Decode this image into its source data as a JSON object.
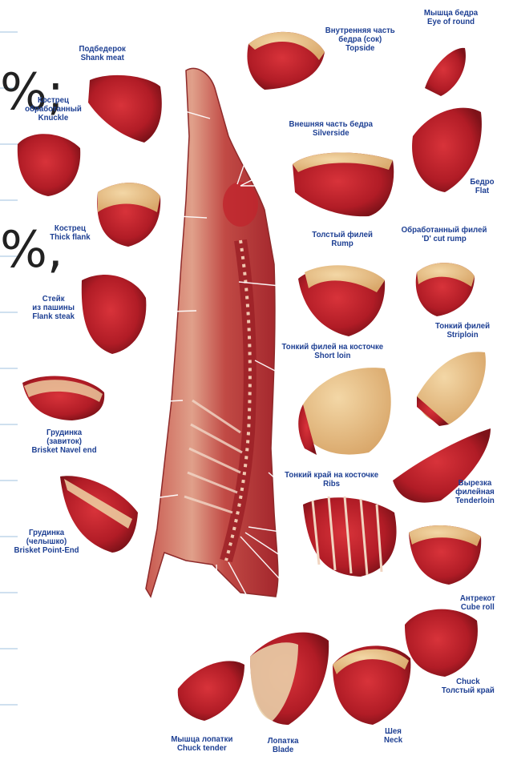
{
  "overlay_text": {
    "top": "%;",
    "middle": "%,"
  },
  "labels": {
    "shank": {
      "ru": "Подбедерок",
      "en": "Shank meat"
    },
    "topside": {
      "ru1": "Внутренняя часть",
      "ru2": "бедра (сок)",
      "en": "Topside"
    },
    "eye_of_round": {
      "ru": "Мышца бедра",
      "en": "Eye of round"
    },
    "knuckle": {
      "ru1": "Кострец",
      "ru2": "обработанный",
      "en": "Knuckle"
    },
    "silverside": {
      "ru": "Внешняя часть бедра",
      "en": "Silverside"
    },
    "flat": {
      "ru": "Бедро",
      "en": "Flat"
    },
    "thick_flank": {
      "ru": "Кострец",
      "en": "Thick flank"
    },
    "rump": {
      "ru": "Толстый филей",
      "en": "Rump"
    },
    "d_cut_rump": {
      "ru": "Обработанный филей",
      "en": "'D' cut rump"
    },
    "flank_steak": {
      "ru1": "Стейк",
      "ru2": "из пашины",
      "en": "Flank steak"
    },
    "striploin": {
      "ru": "Тонкий филей",
      "en": "Striploin"
    },
    "short_loin": {
      "ru": "Тонкий филей на косточке",
      "en": "Short loin"
    },
    "brisket_navel": {
      "ru1": "Грудинка",
      "ru2": "(завиток)",
      "en": "Brisket Navel end"
    },
    "ribs": {
      "ru": "Тонкий край на косточке",
      "en": "Ribs"
    },
    "tenderloin": {
      "ru1": "Вырезка",
      "ru2": "филейная",
      "en": "Tenderloin"
    },
    "brisket_point": {
      "ru1": "Грудинка",
      "ru2": "(челышко)",
      "en": "Brisket Point-End"
    },
    "cube_roll": {
      "ru": "Антрекот",
      "en": "Cube roll"
    },
    "chuck": {
      "en": "Chuck",
      "ru": "Толстый край"
    },
    "chuck_tender": {
      "ru": "Мышца лопатки",
      "en": "Chuck tender"
    },
    "blade": {
      "ru": "Лопатка",
      "en": "Blade"
    },
    "neck": {
      "ru": "Шея",
      "en": "Neck"
    }
  },
  "colors": {
    "label_text": "#1d3f93",
    "meat_red": "#b3202a",
    "fat": "#e8c08a",
    "leader_line": "#ffffff"
  }
}
